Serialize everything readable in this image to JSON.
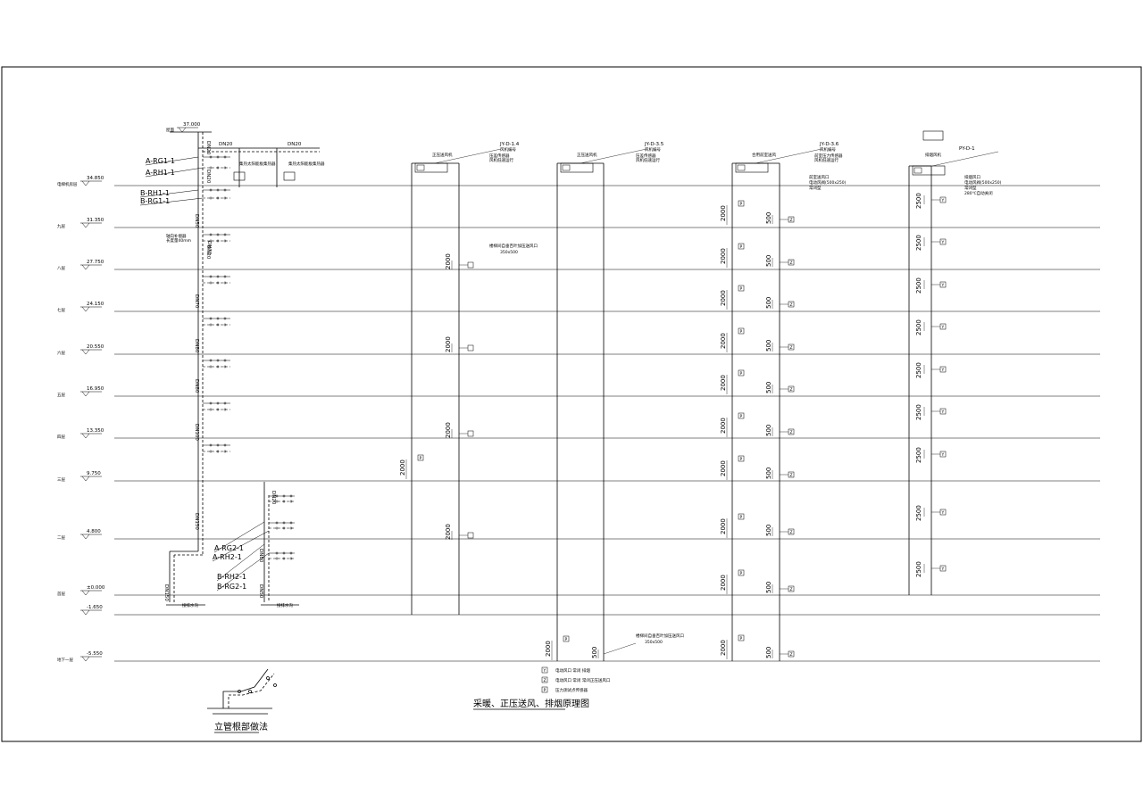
{
  "drawing": {
    "title": "采暖、正压送风、排烟原理图",
    "sub_title": "立管根部做法"
  },
  "levels": [
    {
      "name": "屋面",
      "elev": "37.000"
    },
    {
      "name": "电梯机房层",
      "elev": "34.850"
    },
    {
      "name": "九层",
      "elev": "31.350"
    },
    {
      "name": "八层",
      "elev": "27.750"
    },
    {
      "name": "七层",
      "elev": "24.150"
    },
    {
      "name": "六层",
      "elev": "20.550"
    },
    {
      "name": "五层",
      "elev": "16.950"
    },
    {
      "name": "四层",
      "elev": "13.350"
    },
    {
      "name": "三层",
      "elev": "9.750"
    },
    {
      "name": "二层",
      "elev": "4.800"
    },
    {
      "name": "首层",
      "elev": "±0.000"
    },
    {
      "name": "",
      "elev": "-1.650"
    },
    {
      "name": "地下一层",
      "elev": "-5.550"
    }
  ],
  "heating": {
    "labels_top": [
      "A-RG1-1",
      "A-RH1-1",
      "B-RH1-1",
      "B-RG1-1"
    ],
    "labels_bottom": [
      "A-RG2-1",
      "A-RH2-1",
      "B-RH2-1",
      "B-RG2-1"
    ],
    "pipe_sizes": [
      "DN20",
      "DN20",
      "DN20",
      "DN50",
      "DN70",
      "DN70",
      "DN80",
      "DN80",
      "DN100",
      "DN150",
      "DN150",
      "DN20",
      "DN80",
      "DN50"
    ],
    "equipment_note": "集热太阳能板集热器",
    "expansion_note": "轴向补偿器",
    "expansion_size": "长度量40mm",
    "root_note": "接排水沟"
  },
  "shafts": [
    {
      "id": "JY-D-1.4",
      "fan_note": "正压送风机",
      "top_note": "JY-D-1.4",
      "top_note2": "风机编号",
      "sensor_note": "压差传感器",
      "sensor_note2": "风机低速运行",
      "vent_note": "楼梯间自垂百叶加压送风口",
      "vent_size": "350x500",
      "dim_a": "500",
      "dim_b": "2000"
    },
    {
      "id": "JY-D-3.5",
      "fan_note": "正压送风机",
      "top_note": "JY-D-3.5",
      "top_note2": "风机编号",
      "sensor_note": "压差传感器",
      "sensor_note2": "风机低速运行",
      "vent_note": "楼梯间自垂百叶加压送风口",
      "vent_size": "350x500",
      "dim_a": "2000"
    },
    {
      "id": "JY-D-3.6",
      "fan_note": "合用前室送风",
      "top_note": "JY-D-3.6",
      "top_note2": "风机编号",
      "sensor_note": "前室压力传感器",
      "sensor_note2": "风机低速运行",
      "vent_note": "前室送风口",
      "vent_size": "电动风阀(500x250)",
      "vent_note2": "常闭型",
      "dim_a": "2000",
      "dim_b": "500"
    },
    {
      "id": "PY-D-1",
      "fan_note": "排烟风机",
      "top_note": "PY-D-1",
      "vent_note": "排烟风口",
      "vent_size": "电动风阀(500x250)",
      "vent_note2": "常闭型",
      "vent_note3": "280℃自动关闭",
      "dim_a": "2500"
    }
  ],
  "legend": [
    {
      "sym": "Y",
      "text": "电动风口 常闭 排烟"
    },
    {
      "sym": "Z",
      "text": "电动风口 常闭 常闭正压送风口"
    },
    {
      "sym": "P",
      "text": "压力测试点传感器"
    }
  ]
}
